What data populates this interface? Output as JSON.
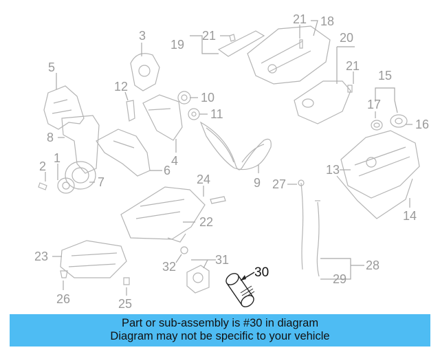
{
  "callouts": {
    "c1": "1",
    "c2": "2",
    "c3": "3",
    "c4": "4",
    "c5": "5",
    "c6": "6",
    "c7": "7",
    "c8": "8",
    "c9": "9",
    "c10": "10",
    "c11": "11",
    "c12": "12",
    "c13": "13",
    "c14": "14",
    "c15": "15",
    "c16": "16",
    "c17": "17",
    "c18": "18",
    "c19": "19",
    "c20": "20",
    "c21": "21",
    "c22": "22",
    "c23": "23",
    "c24": "24",
    "c25": "25",
    "c26": "26",
    "c27": "27",
    "c28": "28",
    "c29": "29",
    "c30": "30",
    "c31": "31",
    "c32": "32"
  },
  "highlighted_part": "30",
  "banner": {
    "line1": "Part or sub-assembly is #30 in diagram",
    "line2": "Diagram may not be specific to your vehicle"
  },
  "colors": {
    "banner_bg": "#4ebcf3",
    "parts_stroke": "#b4b4b4",
    "callout_text": "#9a9a9a",
    "highlight_text": "#111111"
  }
}
